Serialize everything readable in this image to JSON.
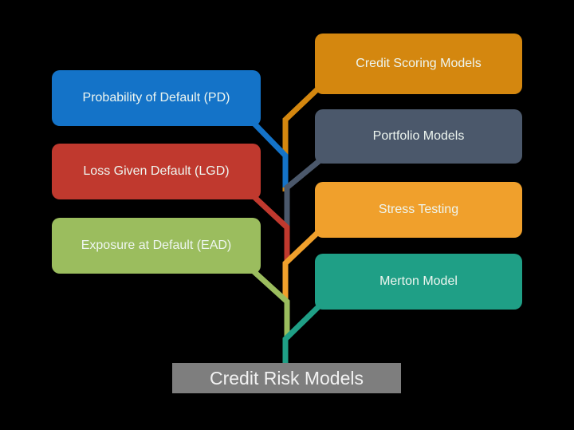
{
  "diagram": {
    "root": "Credit Risk Models",
    "left_nodes": [
      {
        "label": "Probability of Default (PD)",
        "color": "#1473c8"
      },
      {
        "label": "Loss Given Default (LGD)",
        "color": "#c0392e"
      },
      {
        "label": "Exposure at Default (EAD)",
        "color": "#9bbd5e"
      }
    ],
    "right_nodes": [
      {
        "label": "Credit Scoring Models",
        "color": "#d4870f"
      },
      {
        "label": "Portfolio Models",
        "color": "#4b586b"
      },
      {
        "label": "Stress Testing",
        "color": "#f0a02c"
      },
      {
        "label": "Merton Model",
        "color": "#1f9f86"
      }
    ]
  }
}
